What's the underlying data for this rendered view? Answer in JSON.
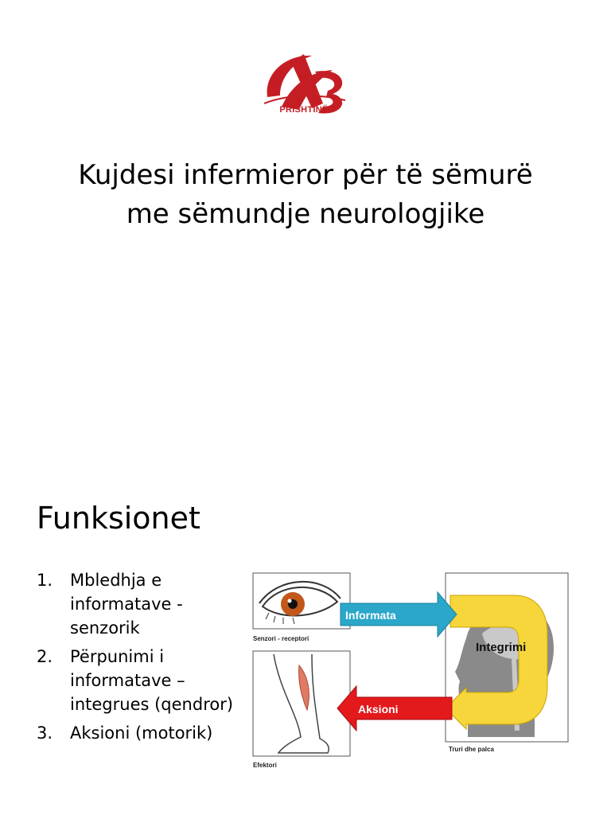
{
  "slide1": {
    "logo_text": "PRISHTINË",
    "title_line1": "Kujdesi infermieror për të sëmurë",
    "title_line2": "me sëmundje neurologjike"
  },
  "slide2": {
    "title": "Funksionet",
    "items": [
      {
        "num": "1.",
        "text": "Mbledhja e informatave - senzorik"
      },
      {
        "num": "2.",
        "text": "Përpunimi i informatave – integrues (qendror)"
      },
      {
        "num": "3.",
        "text": "Aksioni (motorik)"
      }
    ],
    "diagram": {
      "informata_label": "Informata",
      "aksioni_label": "Aksioni",
      "integrimi_label": "Integrimi",
      "senzori_caption": "Senzori - receptori",
      "efektori_caption": "Efektori",
      "truri_caption": "Truri dhe palca"
    }
  },
  "colors": {
    "brand_red": "#c41e24",
    "informata_arrow": "#2aa7c9",
    "aksioni_arrow": "#e3191c",
    "integrimi_loop": "#f6d63a"
  }
}
